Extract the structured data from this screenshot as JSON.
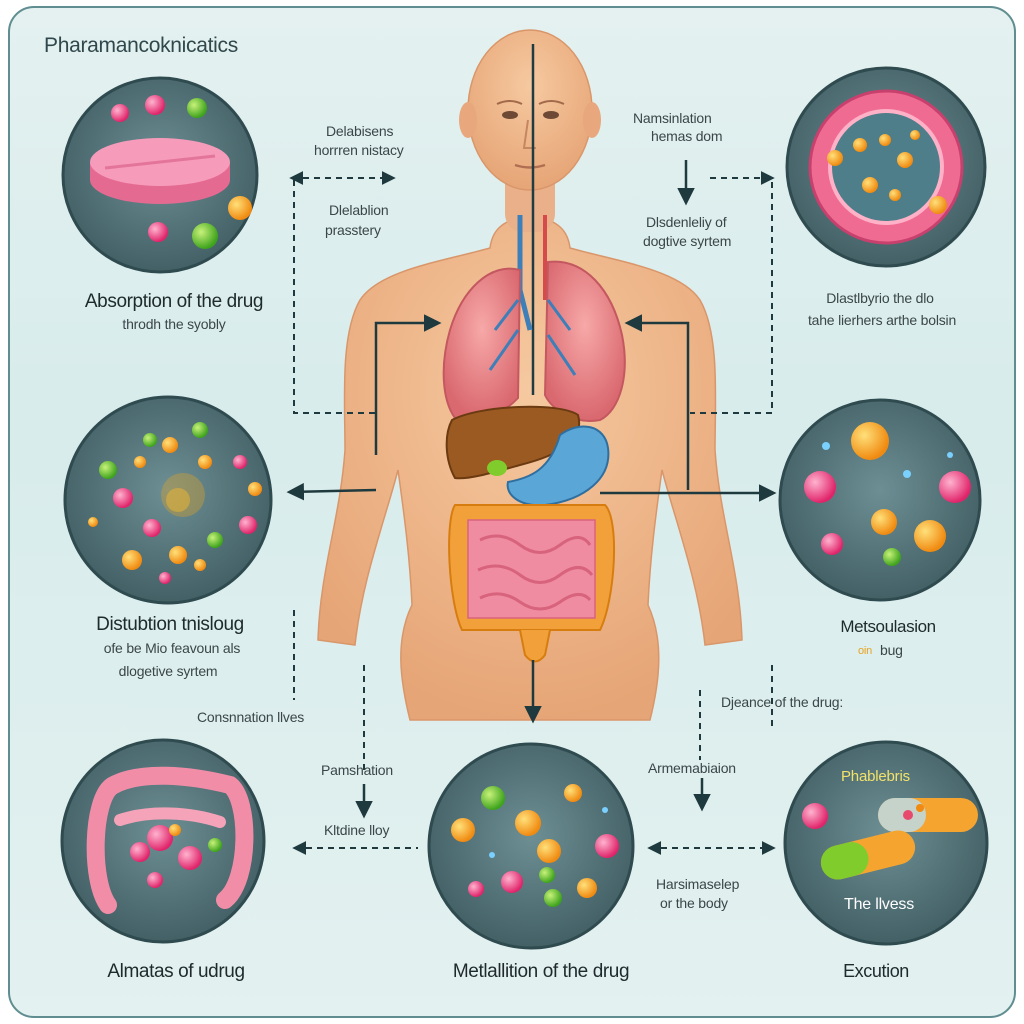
{
  "title": "Pharamancoknicatics",
  "colors": {
    "background": "#dcecec",
    "frame": "#5f8d90",
    "circle": "#4d6b70",
    "skin": "#f0b98c",
    "arrow": "#1f3a3e"
  },
  "stages": {
    "absorption": {
      "title": "Absorption of the drug",
      "subtitle": "throdh the syobly"
    },
    "distribution_left": {
      "title": "Distubtion tnisloug",
      "line1": "ofe be Mio feavoun als",
      "line2": "dlogetive syrtem"
    },
    "distribution_right": {
      "line1": "Dlastlbyrio the dlo",
      "line2": "tahe lierhers arthe bolsin"
    },
    "metabolism_right": {
      "title": "Metsoulasion",
      "line2": "bug",
      "accent": "oin"
    },
    "alimentary": {
      "title": "Almatas of udrug"
    },
    "metabolism_center": {
      "title": "Metlallition of the  drug"
    },
    "excretion": {
      "title": "Excution",
      "top": "Phablebris",
      "bottom": "The llvess"
    }
  },
  "annotations": {
    "top_left_1": "Delabisens",
    "top_left_2": "horrren nistacy",
    "mid_left_1": "Dlelablion",
    "mid_left_2": "prasstery",
    "top_right_1": "Namsinlation",
    "top_right_2": "hemas dom",
    "mid_right_1": "Dlsdenleliy of",
    "mid_right_2": "dogtive syrtem",
    "lower_left": "Consnnation llves",
    "right_mid": "Djeance of the drug:",
    "center_left_1": "Pamshation",
    "center_left_2": "Kltdine lloy",
    "center_right": "Armemabiaion",
    "bottom_right_1": "Harsimaselep",
    "bottom_right_2": "or the body"
  }
}
